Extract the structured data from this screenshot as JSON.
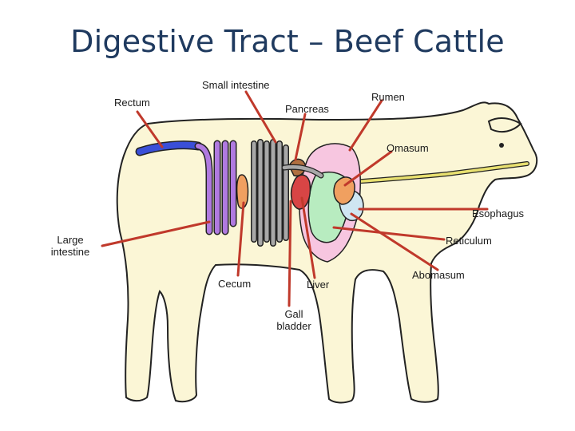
{
  "title": "Digestive Tract – Beef Cattle",
  "labels": {
    "rectum": "Rectum",
    "small_intestine": "Small intestine",
    "pancreas": "Pancreas",
    "rumen": "Rumen",
    "omasum": "Omasum",
    "esophagus": "Esophagus",
    "large_intestine_1": "Large",
    "large_intestine_2": "intestine",
    "reticulum": "Reticulum",
    "cecum": "Cecum",
    "liver": "Liver",
    "abomasum": "Abomasum",
    "gall_bladder_1": "Gall",
    "gall_bladder_2": "bladder"
  },
  "colors": {
    "title": "#1f3a5f",
    "body_fill": "#fbf6d6",
    "outline": "#222222",
    "leader_line": "#c0392b",
    "rectum": "#3a4fd8",
    "large_intestine": "#b07ae0",
    "small_intestine": "#a8a8a8",
    "rumen": "#f7c6e0",
    "reticulum": "#b8ecc0",
    "omasum": "#f0a060",
    "abomasum": "#cfe6f2",
    "liver": "#d84545",
    "cecum": "#f0a060",
    "esophagus": "#e8e070",
    "pancreas": "#b07040"
  }
}
